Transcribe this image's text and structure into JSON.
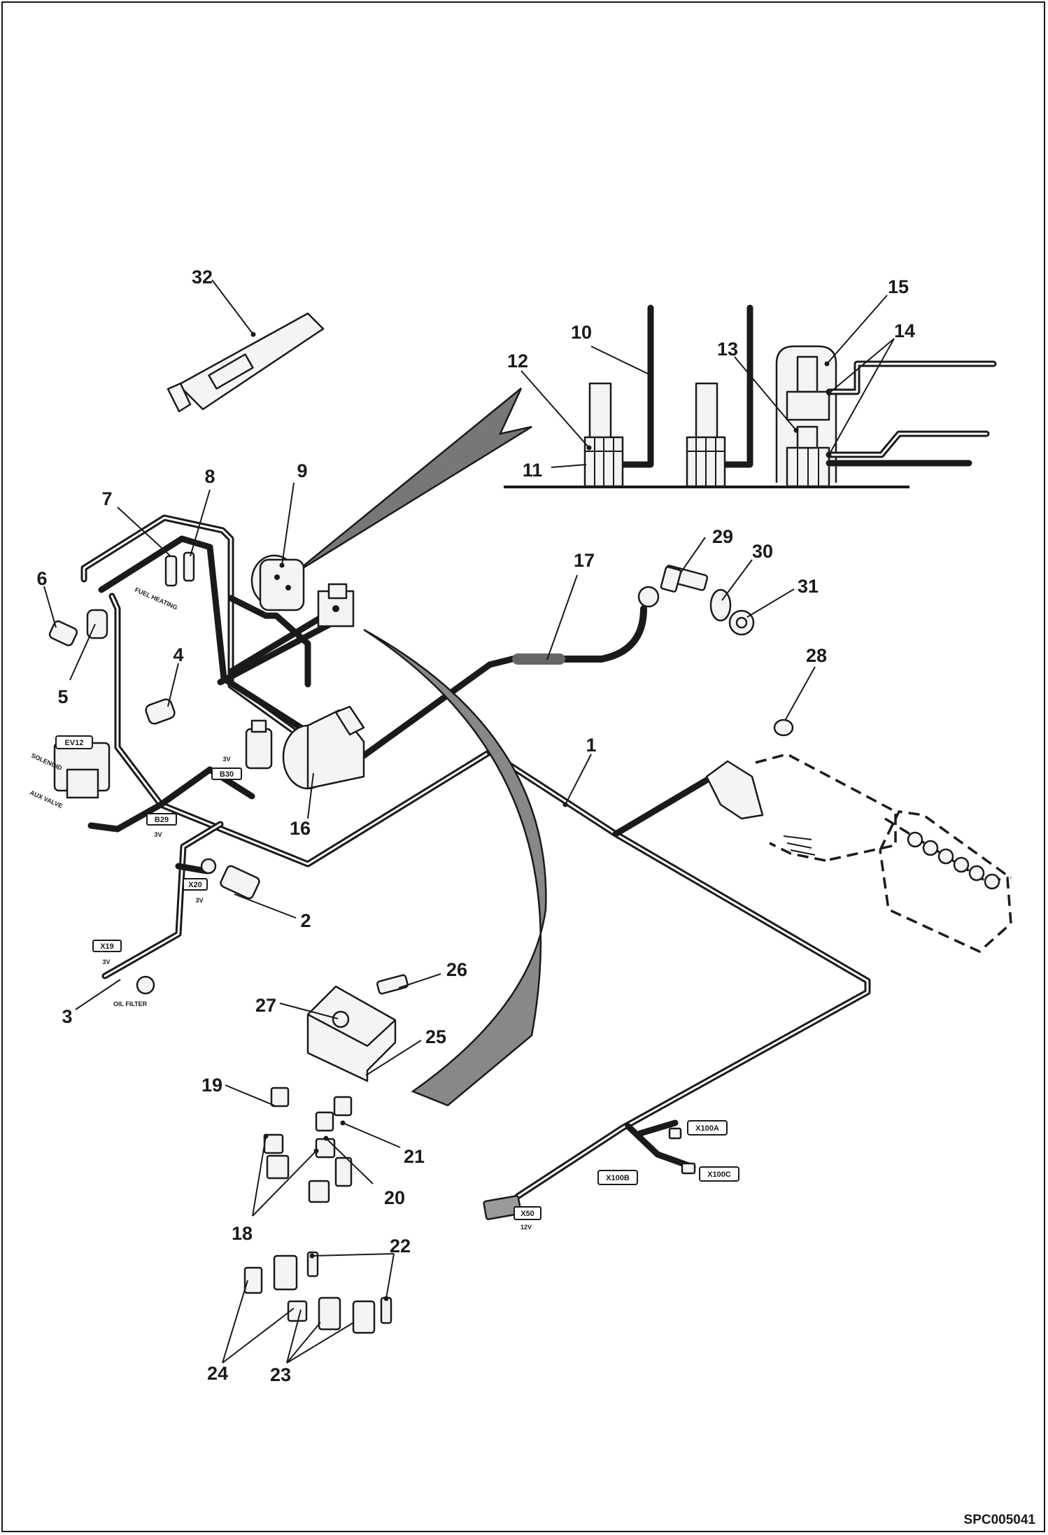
{
  "document": {
    "drawing_code": "SPC005041"
  },
  "callouts": [
    {
      "id": "c1",
      "label": "1"
    },
    {
      "id": "c2",
      "label": "2"
    },
    {
      "id": "c3",
      "label": "3"
    },
    {
      "id": "c4",
      "label": "4"
    },
    {
      "id": "c5",
      "label": "5"
    },
    {
      "id": "c6",
      "label": "6"
    },
    {
      "id": "c7",
      "label": "7"
    },
    {
      "id": "c8",
      "label": "8"
    },
    {
      "id": "c9",
      "label": "9"
    },
    {
      "id": "c10",
      "label": "10"
    },
    {
      "id": "c11",
      "label": "11"
    },
    {
      "id": "c12",
      "label": "12"
    },
    {
      "id": "c13",
      "label": "13"
    },
    {
      "id": "c14",
      "label": "14"
    },
    {
      "id": "c15",
      "label": "15"
    },
    {
      "id": "c16",
      "label": "16"
    },
    {
      "id": "c17",
      "label": "17"
    },
    {
      "id": "c18",
      "label": "18"
    },
    {
      "id": "c19",
      "label": "19"
    },
    {
      "id": "c20",
      "label": "20"
    },
    {
      "id": "c21",
      "label": "21"
    },
    {
      "id": "c22",
      "label": "22"
    },
    {
      "id": "c23",
      "label": "23"
    },
    {
      "id": "c24",
      "label": "24"
    },
    {
      "id": "c25",
      "label": "25"
    },
    {
      "id": "c26",
      "label": "26"
    },
    {
      "id": "c27",
      "label": "27"
    },
    {
      "id": "c28",
      "label": "28"
    },
    {
      "id": "c29",
      "label": "29"
    },
    {
      "id": "c30",
      "label": "30"
    },
    {
      "id": "c31",
      "label": "31"
    },
    {
      "id": "c32",
      "label": "32"
    }
  ],
  "connector_tags": {
    "ev12": "EV12",
    "b30": "B30",
    "b29": "B29",
    "x20": "X20",
    "x19": "X19",
    "x100a": "X100A",
    "x100b": "X100B",
    "x100c": "X100C",
    "x50": "X50"
  },
  "wire_labels": {
    "fuel_heating": "FUEL HEATING",
    "oil_filter": "OIL FILTER",
    "solenoid": "SOLENOID",
    "aux_valve": "AUX VALVE"
  },
  "voltage_labels": {
    "v_b30": "3V",
    "v_b29": "3V",
    "v_x20": "3V",
    "v_x19": "3V",
    "v_x50": "12V"
  }
}
